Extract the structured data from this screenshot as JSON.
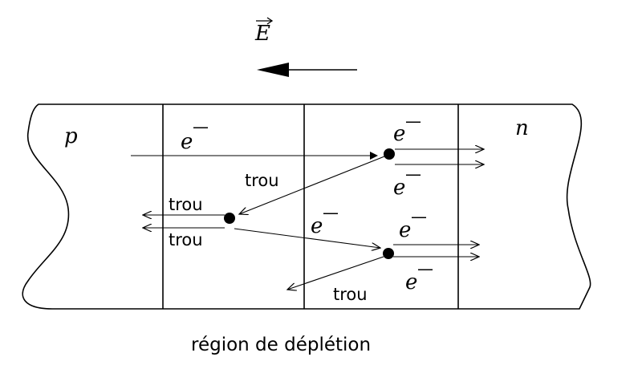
{
  "field": {
    "symbol": "E"
  },
  "regions": {
    "p_label": "p",
    "n_label": "n"
  },
  "carriers": {
    "electron_base": "e",
    "electron_sup": "—",
    "hole": "trou"
  },
  "caption": "région de déplétion"
}
